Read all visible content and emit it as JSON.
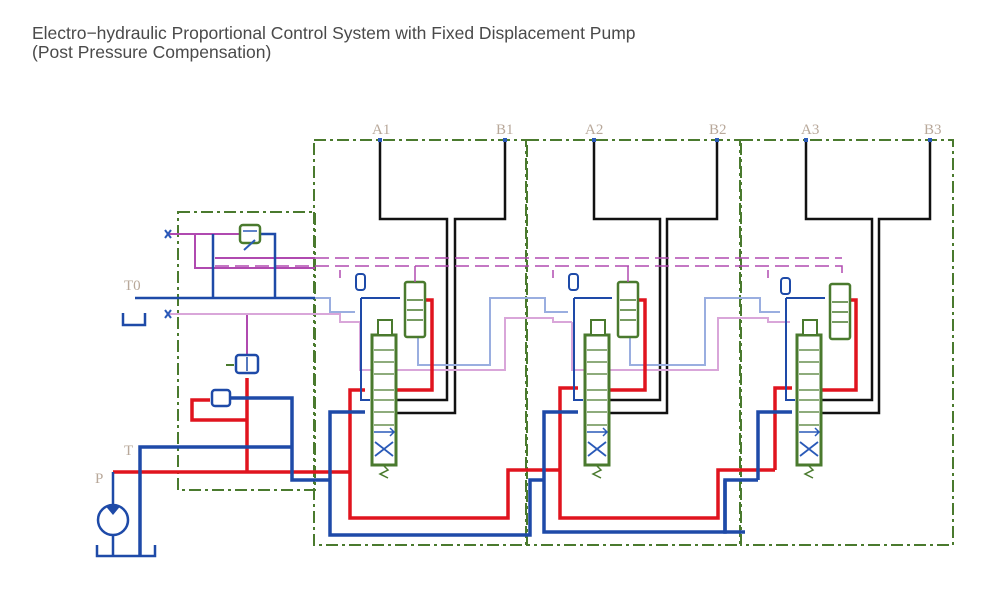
{
  "title": {
    "line1": "Electro−hydraulic Proportional Control System with Fixed Displacement Pump",
    "line2": "(Post Pressure Compensation)"
  },
  "ports": {
    "pressure": "P",
    "tank": "T",
    "tank_return": "T0",
    "sections": [
      {
        "a": "A1",
        "b": "B1"
      },
      {
        "a": "A2",
        "b": "B2"
      },
      {
        "a": "A3",
        "b": "B3"
      }
    ]
  },
  "colors": {
    "pressure_line": "#e0141e",
    "tank_line": "#1e4aa8",
    "pilot_line": "#b04ab0",
    "light_pilot": "#d9a6d9",
    "light_tank": "#9aaee0",
    "work_line": "#111111",
    "boundary": "#4a7a2e",
    "valve_body": "#4a7a2e"
  },
  "legend": {
    "pump": "fixed-displacement-pump",
    "relief_valve": "relief-valve",
    "compensator": "pressure-compensator",
    "directional_valve": "proportional-directional-valve",
    "shuttle_valve": "shuttle-valve"
  }
}
